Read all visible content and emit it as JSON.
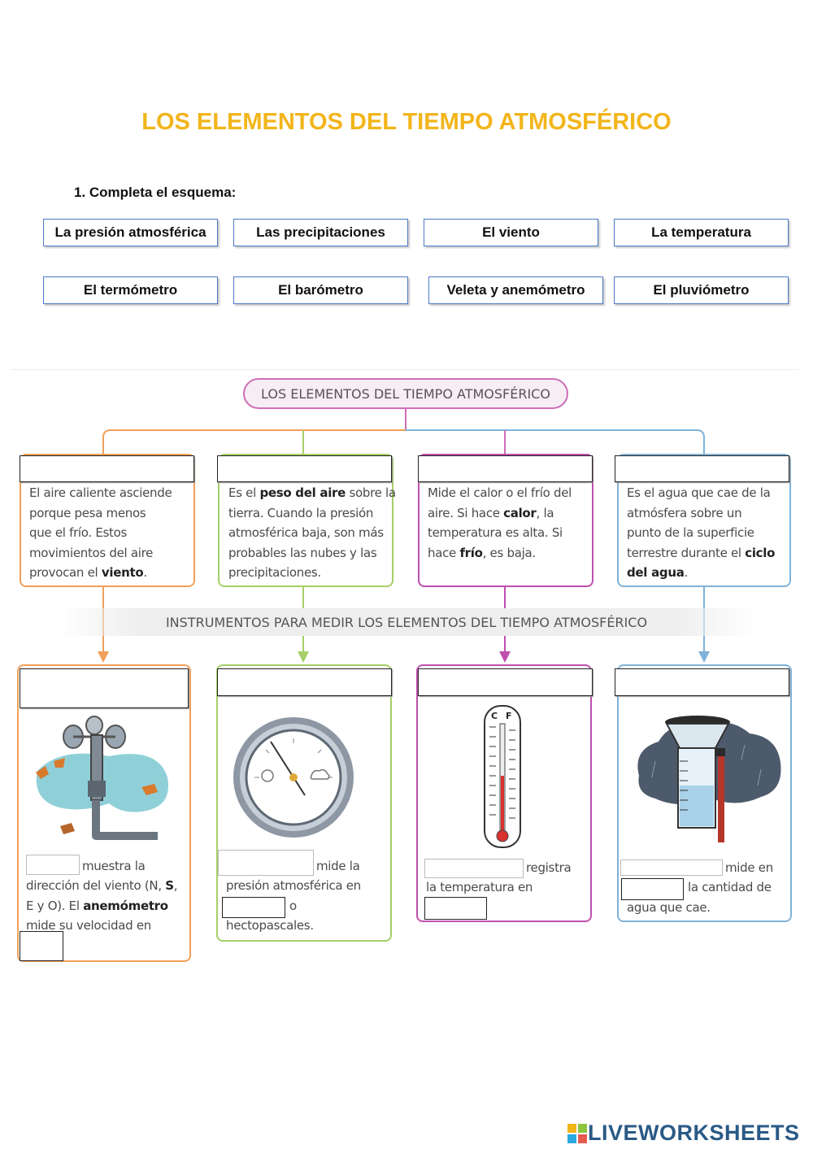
{
  "title": "LOS ELEMENTOS DEL TIEMPO ATMOSFÉRICO",
  "instruction": "1.   Completa el esquema:",
  "answer_chips": [
    "La presión atmosférica",
    "Las precipitaciones",
    "El viento",
    "La temperatura",
    "El termómetro",
    "El barómetro",
    "Veleta y anemómetro",
    "El pluviómetro"
  ],
  "scheme": {
    "title": "LOS ELEMENTOS DEL TIEMPO ATMOSFÉRICO",
    "instruments_title": "INSTRUMENTOS PARA MEDIR LOS ELEMENTOS DEL TIEMPO ATMOSFÉRICO",
    "element_cards": [
      {
        "color": "#f0a05a",
        "lines": [
          [
            {
              "t": "El aire caliente asciende"
            }
          ],
          [
            {
              "t": "porque pesa menos"
            }
          ],
          [
            {
              "t": "que el frío. Estos"
            }
          ],
          [
            {
              "t": "movimientos del aire"
            }
          ],
          [
            {
              "t": "provocan el "
            },
            {
              "t": "viento",
              "b": true
            },
            {
              "t": "."
            }
          ]
        ]
      },
      {
        "color": "#a6cf67",
        "lines": [
          [
            {
              "t": "Es el "
            },
            {
              "t": "peso del aire",
              "b": true
            },
            {
              "t": " sobre la"
            }
          ],
          [
            {
              "t": "tierra. Cuando la presión"
            }
          ],
          [
            {
              "t": "atmosférica baja, son más"
            }
          ],
          [
            {
              "t": "probables las nubes y las"
            }
          ],
          [
            {
              "t": "precipitaciones."
            }
          ]
        ]
      },
      {
        "color": "#be4fae",
        "lines": [
          [
            {
              "t": "Mide el calor o el frío del"
            }
          ],
          [
            {
              "t": "aire. Si hace "
            },
            {
              "t": "calor",
              "b": true
            },
            {
              "t": ", la"
            }
          ],
          [
            {
              "t": "temperatura es alta. Si"
            }
          ],
          [
            {
              "t": "hace "
            },
            {
              "t": "frío",
              "b": true
            },
            {
              "t": ", es baja."
            }
          ]
        ]
      },
      {
        "color": "#7fb2d8",
        "lines": [
          [
            {
              "t": "Es el agua que cae de la"
            }
          ],
          [
            {
              "t": "atmósfera sobre un"
            }
          ],
          [
            {
              "t": "punto de la superficie"
            }
          ],
          [
            {
              "t": "terrestre durante el "
            },
            {
              "t": "ciclo",
              "b": true
            }
          ],
          [
            {
              "t": "del agua",
              "b": true
            },
            {
              "t": "."
            }
          ]
        ]
      }
    ],
    "instrument_cards": [
      {
        "color": "#f0a05a",
        "icon": "wind-vane-anemometer-icon",
        "lines": [
          [
            {
              "t": "muestra la"
            }
          ],
          [
            {
              "t": "dirección del viento (N, "
            },
            {
              "t": "S",
              "b": true
            },
            {
              "t": ","
            }
          ],
          [
            {
              "t": "E y O). El "
            },
            {
              "t": "anemómetro",
              "b": true
            }
          ],
          [
            {
              "t": "mide su velocidad en"
            }
          ]
        ]
      },
      {
        "color": "#a6cf67",
        "icon": "barometer-icon",
        "lines": [
          [
            {
              "t": "mide la"
            }
          ],
          [
            {
              "t": "presión atmosférica en"
            }
          ],
          [
            {
              "t": "o"
            }
          ],
          [
            {
              "t": "hectopascales."
            }
          ]
        ]
      },
      {
        "color": "#be4fae",
        "icon": "thermometer-icon",
        "lines": [
          [
            {
              "t": "registra"
            }
          ],
          [
            {
              "t": "la temperatura en"
            }
          ]
        ]
      },
      {
        "color": "#7fb2d8",
        "icon": "rain-gauge-icon",
        "lines": [
          [
            {
              "t": "mide en"
            }
          ],
          [
            {
              "t": "la cantidad de"
            }
          ],
          [
            {
              "t": "agua que cae."
            }
          ]
        ]
      }
    ]
  },
  "thermometer_labels": {
    "c": "C",
    "f": "F"
  },
  "logo": {
    "text": "LIVEWORKSHEETS"
  }
}
